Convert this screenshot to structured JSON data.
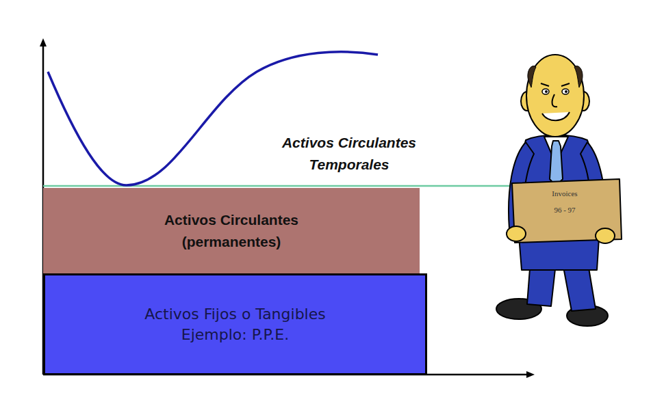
{
  "diagram": {
    "nodes": [
      {
        "text": [
          "Activos Circulantes (permanentes)"
        ]
      },
      {
        "text": [
          "Activos Fijos o Tangibles",
          "Ejemplo: P.P.E."
        ]
      }
    ],
    "labels": [
      "Activos Circulantes Temporales",
      "Invoices",
      "96 - 97"
    ]
  }
}
